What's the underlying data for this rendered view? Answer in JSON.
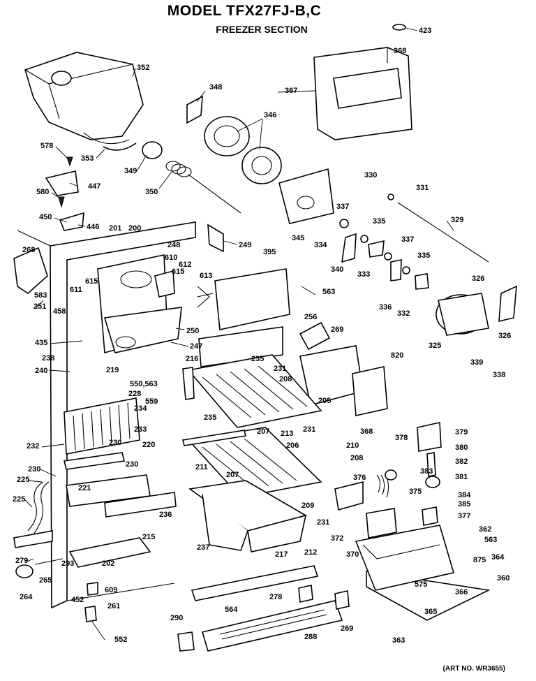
{
  "header": {
    "title": "MODEL TFX27FJ-B,C",
    "subtitle": "FREEZER SECTION"
  },
  "footer": {
    "art_no": "(ART NO. WR3655)"
  },
  "callouts": [
    "423",
    "352",
    "368",
    "367",
    "348",
    "346",
    "578",
    "353",
    "349",
    "447",
    "350",
    "580",
    "330",
    "331",
    "450",
    "446",
    "201",
    "200",
    "249",
    "337",
    "335",
    "329",
    "345",
    "334",
    "268",
    "248",
    "610",
    "340",
    "333",
    "337",
    "335",
    "395",
    "611",
    "615",
    "615",
    "612",
    "613",
    "583",
    "563",
    "326",
    "251",
    "336",
    "332",
    "458",
    "250",
    "256",
    "269",
    "326",
    "435",
    "247",
    "325",
    "339",
    "338",
    "238",
    "216",
    "235",
    "231",
    "820",
    "240",
    "219",
    "208",
    "550,563",
    "205",
    "228",
    "559",
    "234",
    "235",
    "207",
    "213",
    "231",
    "368",
    "233",
    "378",
    "379",
    "232",
    "206",
    "210",
    "230",
    "220",
    "380",
    "208",
    "230",
    "382",
    "230",
    "211",
    "207",
    "376",
    "375",
    "383",
    "381",
    "225",
    "221",
    "384",
    "385",
    "209",
    "377",
    "236",
    "231",
    "225",
    "372",
    "237",
    "212",
    "362",
    "563",
    "215",
    "370",
    "364",
    "217",
    "875",
    "279",
    "293",
    "202",
    "360",
    "265",
    "575",
    "609",
    "278",
    "366",
    "264",
    "452",
    "261",
    "365",
    "564",
    "290",
    "269",
    "288",
    "363",
    "552"
  ]
}
